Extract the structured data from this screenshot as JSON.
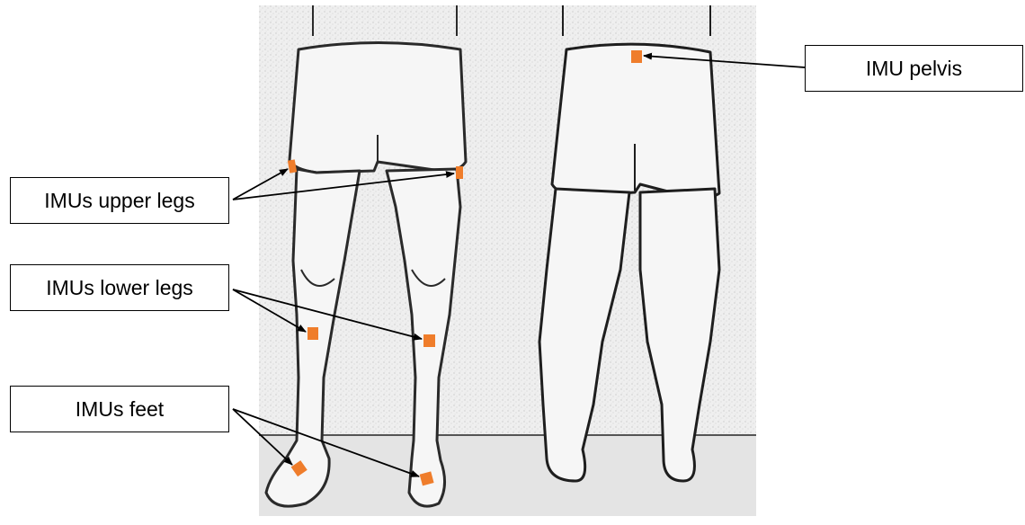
{
  "labels": {
    "upper_legs": "IMUs upper legs",
    "lower_legs": "IMUs lower legs",
    "feet": "IMUs feet",
    "pelvis": "IMU pelvis"
  },
  "colors": {
    "sensor": "#ef7d2b",
    "line": "#000000",
    "photo_background": "#ececec",
    "photo_outline": "#2a2a2a"
  },
  "icons": {
    "sensor_marker": "orange-square"
  }
}
